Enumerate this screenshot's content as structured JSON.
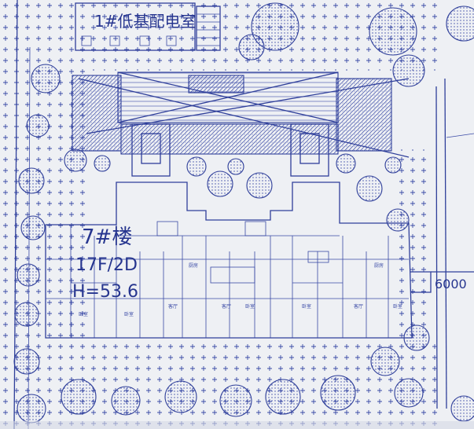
{
  "substation": {
    "label": "1#低基配电室"
  },
  "building": {
    "name": "7#楼",
    "floors": "17F/2D",
    "height": "H=53.6"
  },
  "dimension": {
    "value": "6000"
  },
  "colors": {
    "paper": "#eef0f4",
    "ink": "#2f3f9a",
    "ink_light": "#3a4aa6"
  },
  "icons": [
    "tree-symbol-icon",
    "shrub-symbol-icon",
    "grass-pattern-icon"
  ]
}
